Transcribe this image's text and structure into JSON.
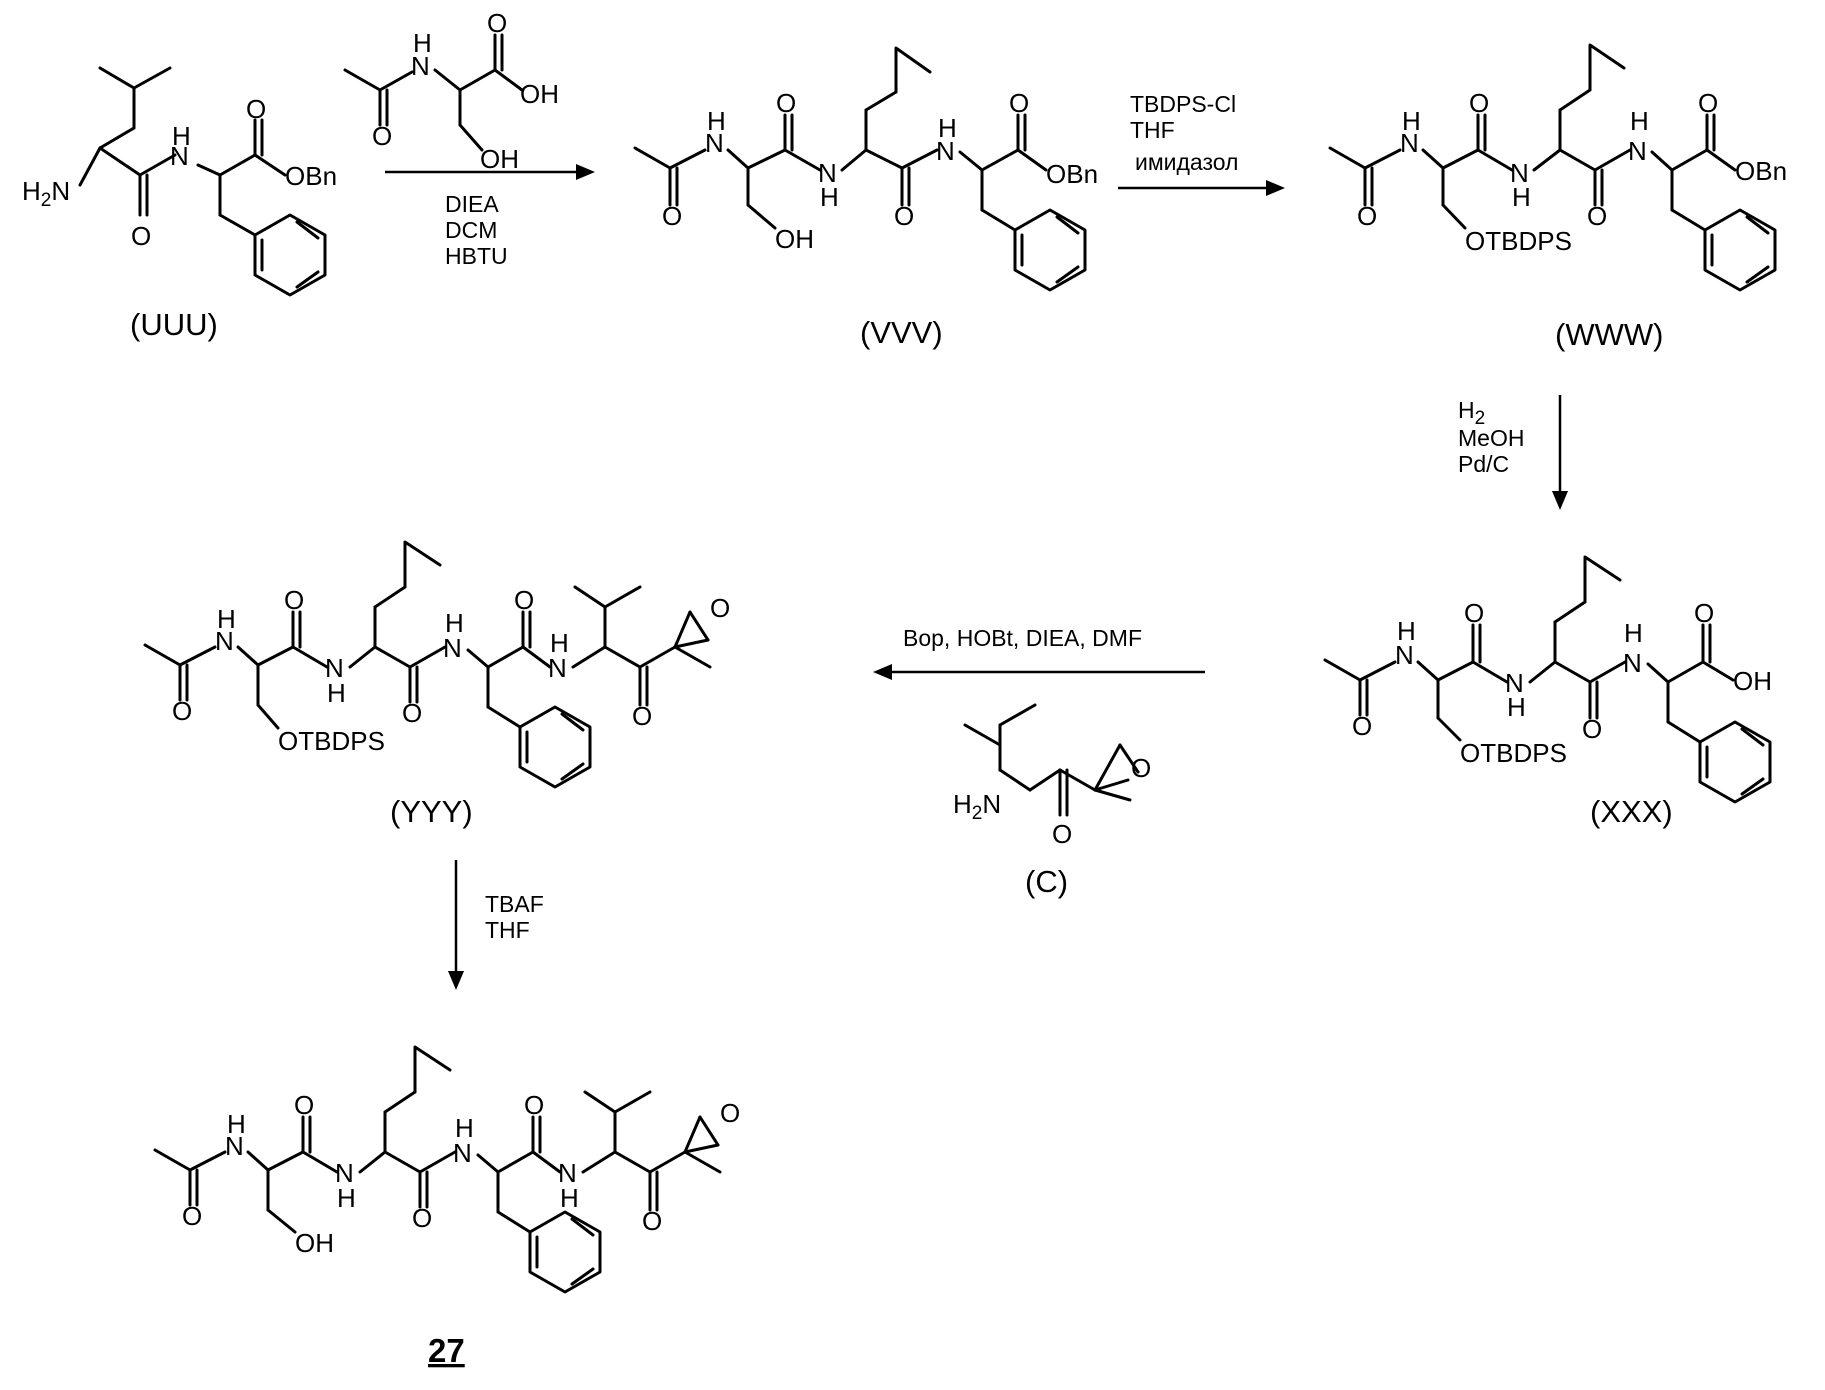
{
  "compounds": {
    "uuu": "(UUU)",
    "vvv": "(VVV)",
    "www": "(WWW)",
    "xxx": "(XXX)",
    "yyy": "(YYY)",
    "c": "(C)",
    "final": "27"
  },
  "atoms": {
    "o": "O",
    "oh": "OH",
    "nh": "N",
    "h": "H",
    "n": "N",
    "obn": "OBn",
    "otbdps": "OTBDPS",
    "h2n": "H",
    "h2n_sub": "2",
    "h2n_n": "N"
  },
  "reagents": {
    "step1": [
      "DIEA",
      "DCM",
      "HBTU"
    ],
    "step2": [
      "TBDPS-Cl",
      "THF",
      "имидазол"
    ],
    "step3_h": "H",
    "step3_sub": "2",
    "step3": [
      "MeOH",
      "Pd/C"
    ],
    "step4": "Bop, HOBt, DIEA, DMF",
    "step5": [
      "TBAF",
      "THF"
    ]
  }
}
